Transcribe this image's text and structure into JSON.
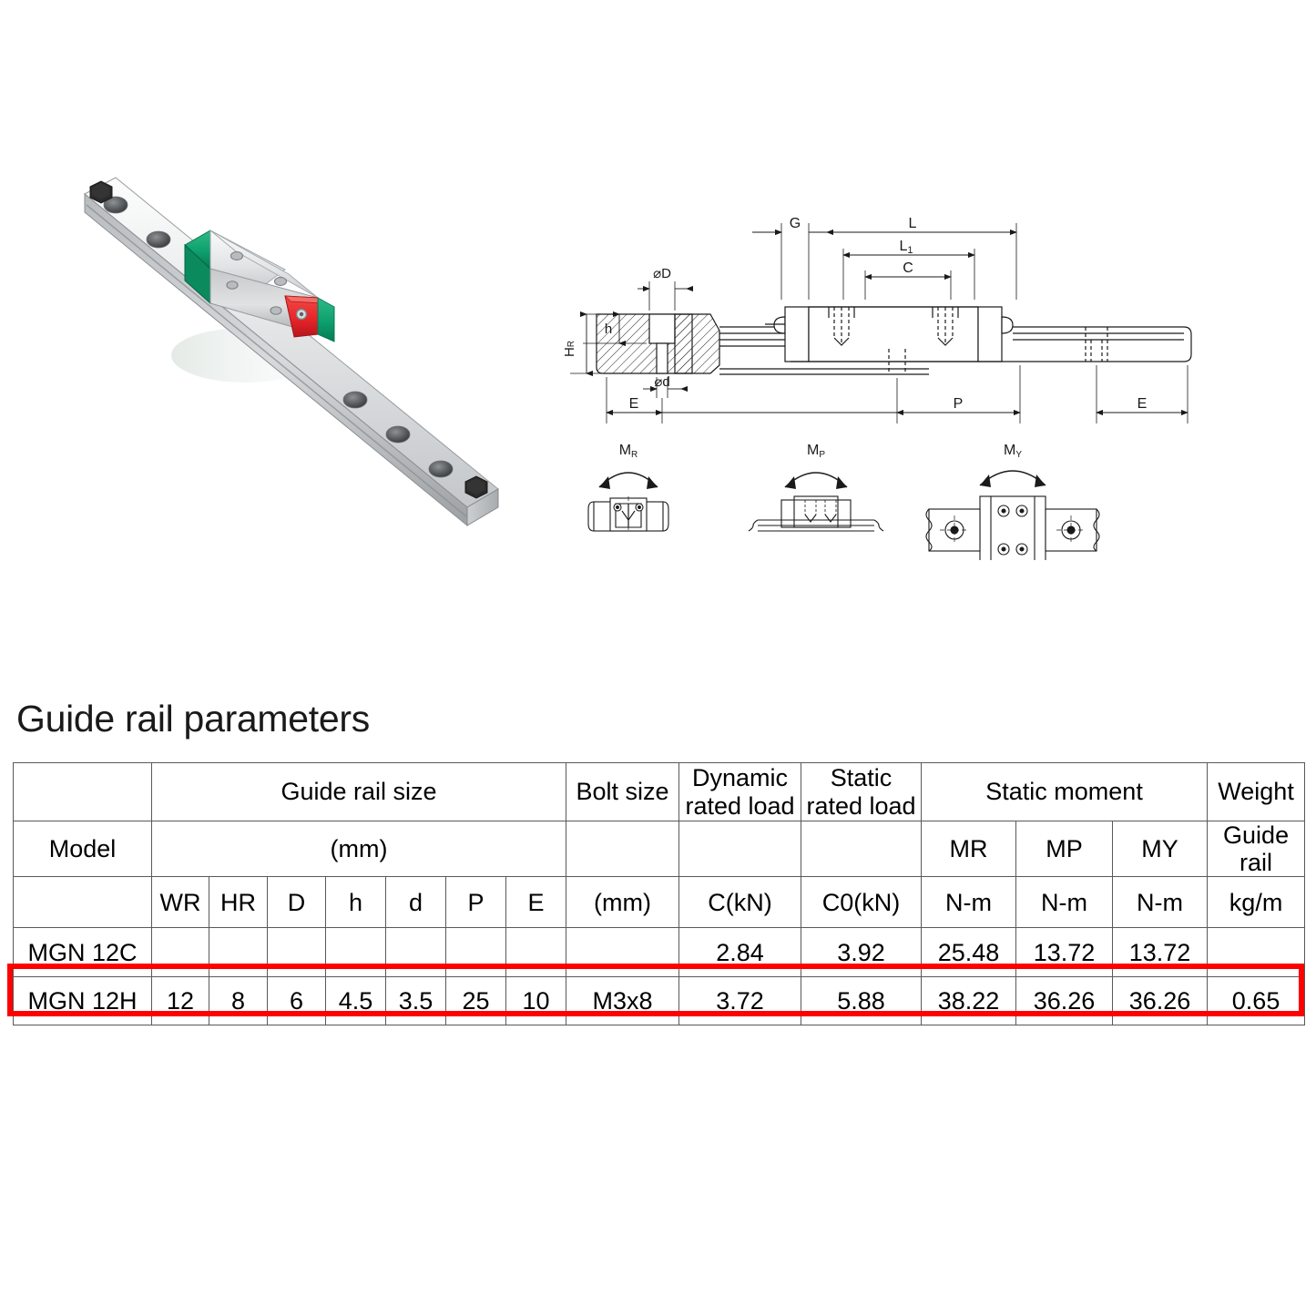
{
  "section": {
    "title": "Guide rail parameters"
  },
  "product_photo": {
    "alt_name": "MGN12H linear guide rail with carriage block",
    "rail_color": "#d8dadc",
    "block_body_color": "#d2d4d6",
    "end_seal_color": "#0e9f6e",
    "nipple_color": "#e8252a",
    "screw_color": "#2b2b2b",
    "rail_hole_count": 8
  },
  "technical_drawing": {
    "dimension_labels": [
      "G",
      "L",
      "L₁",
      "C",
      "⌀D",
      "⌀d",
      "h",
      "H",
      "E",
      "P",
      "E"
    ],
    "hr_label": "H",
    "hr_sub": "R",
    "l1_label": "L",
    "l1_sub": "1",
    "moment_views": [
      {
        "label": "M",
        "sub": "R",
        "name": "roll-moment"
      },
      {
        "label": "M",
        "sub": "P",
        "name": "pitch-moment"
      },
      {
        "label": "M",
        "sub": "Y",
        "name": "yaw-moment"
      }
    ]
  },
  "table": {
    "group_headers": {
      "model": "Model",
      "guide_rail_size": "Guide rail size",
      "guide_rail_unit": "(mm)",
      "bolt_size": "Bolt size",
      "bolt_unit": "(mm)",
      "dynamic_rated_load": "Dynamic\nrated load",
      "dynamic_rated_load_l1": "Dynamic",
      "dynamic_rated_load_l2": "rated load",
      "dynamic_unit": "C(kN)",
      "static_rated_load_l1": "Static",
      "static_rated_load_l2": "rated load",
      "static_unit": "C0(kN)",
      "static_moment": "Static moment",
      "weight": "Weight",
      "weight_l1": "Guide",
      "weight_l2": "rail",
      "weight_unit": "kg/m"
    },
    "sub_headers": {
      "wr": "WR",
      "hr": "HR",
      "d_upper": "D",
      "h_lower": "h",
      "d_lower": "d",
      "p": "P",
      "e": "E",
      "mr": "MR",
      "mp": "MP",
      "my": "MY",
      "mr_unit": "N-m",
      "mp_unit": "N-m",
      "my_unit": "N-m"
    },
    "rows": [
      {
        "model": "MGN 12C",
        "wr": "",
        "hr": "",
        "d_upper": "",
        "h_lower": "",
        "d_lower": "",
        "p": "",
        "e": "",
        "bolt": "",
        "c": "2.84",
        "c0": "3.92",
        "mr": "25.48",
        "mp": "13.72",
        "my": "13.72",
        "weight": "",
        "highlighted": false
      },
      {
        "model": "MGN 12H",
        "wr": "12",
        "hr": "8",
        "d_upper": "6",
        "h_lower": "4.5",
        "d_lower": "3.5",
        "p": "25",
        "e": "10",
        "bolt": "M3x8",
        "c": "3.72",
        "c0": "5.88",
        "mr": "38.22",
        "mp": "36.26",
        "my": "36.26",
        "weight": "0.65",
        "highlighted": true
      }
    ],
    "highlight_color": "#FF0000"
  }
}
